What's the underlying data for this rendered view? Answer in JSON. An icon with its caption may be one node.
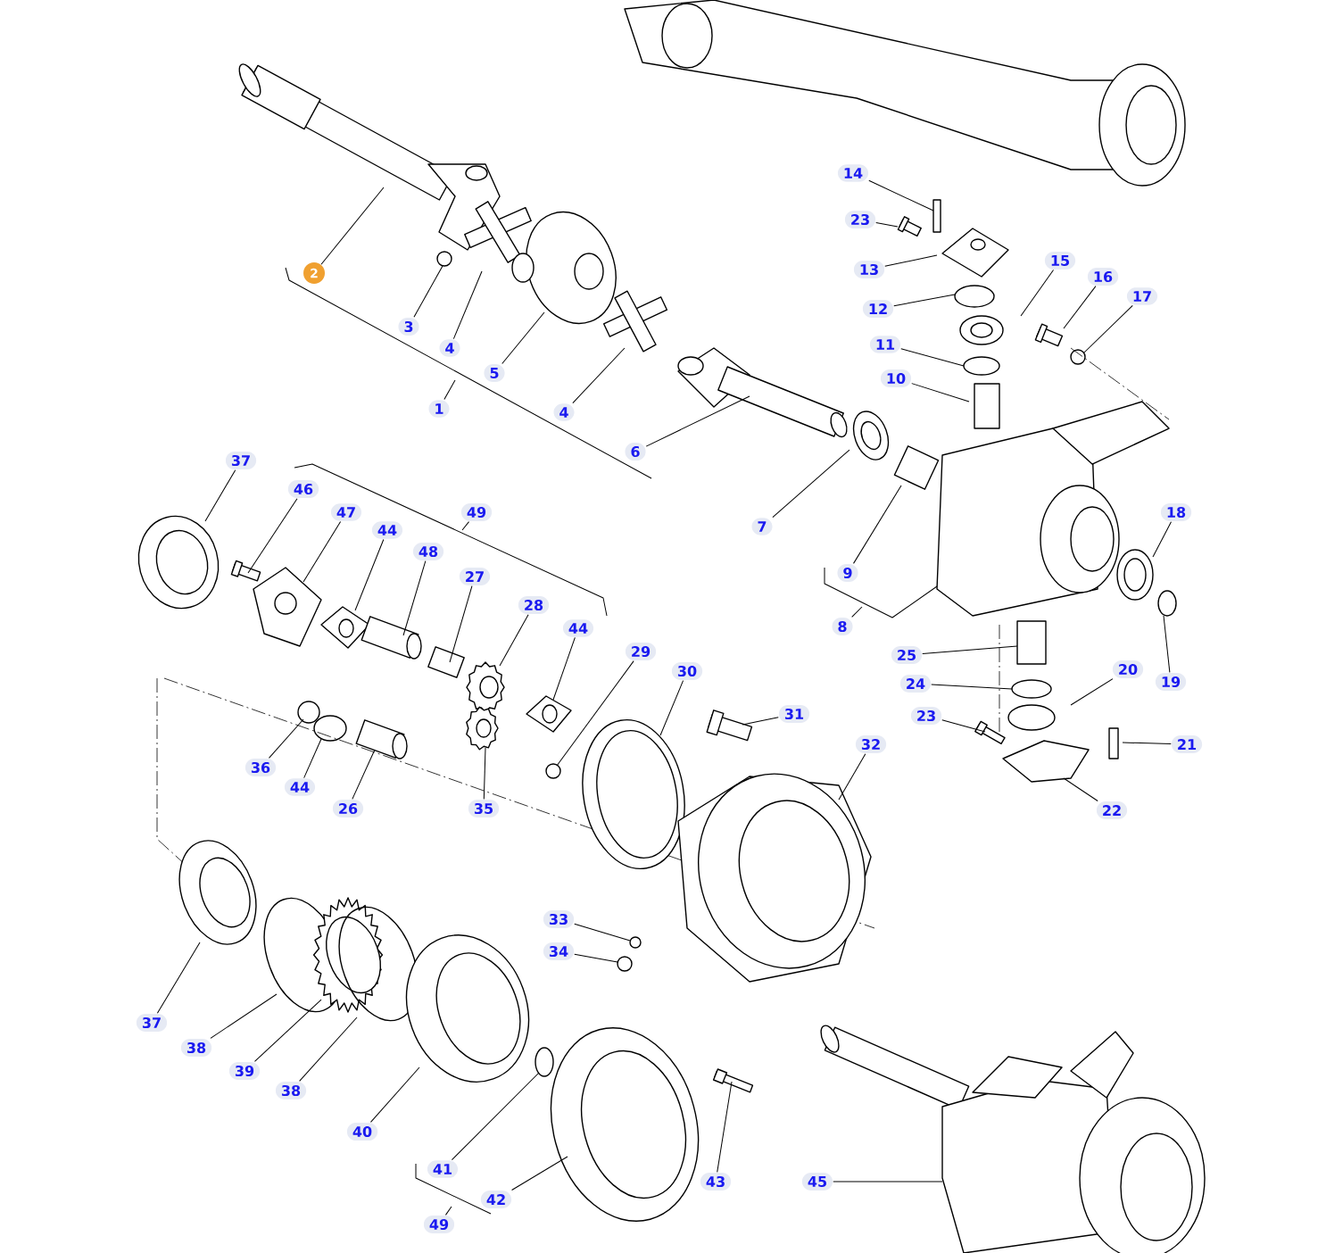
{
  "diagram": {
    "nodes": [
      {
        "text": [
          "14"
        ]
      },
      {
        "text": [
          "23"
        ]
      },
      {
        "text": [
          "2"
        ]
      },
      {
        "text": [
          "13"
        ]
      },
      {
        "text": [
          "15"
        ]
      },
      {
        "text": [
          "12"
        ]
      },
      {
        "text": [
          "16"
        ]
      },
      {
        "text": [
          "17"
        ]
      },
      {
        "text": [
          "3"
        ]
      },
      {
        "text": [
          "11"
        ]
      },
      {
        "text": [
          "4"
        ]
      },
      {
        "text": [
          "5"
        ]
      },
      {
        "text": [
          "10"
        ]
      },
      {
        "text": [
          "1"
        ]
      },
      {
        "text": [
          "4"
        ]
      },
      {
        "text": [
          "6"
        ]
      },
      {
        "text": [
          "37"
        ]
      },
      {
        "text": [
          "46"
        ]
      },
      {
        "text": [
          "47"
        ]
      },
      {
        "text": [
          "49"
        ]
      },
      {
        "text": [
          "18"
        ]
      },
      {
        "text": [
          "7"
        ]
      },
      {
        "text": [
          "44"
        ]
      },
      {
        "text": [
          "48"
        ]
      },
      {
        "text": [
          "27"
        ]
      },
      {
        "text": [
          "9"
        ]
      },
      {
        "text": [
          "28"
        ]
      },
      {
        "text": [
          "8"
        ]
      },
      {
        "text": [
          "44"
        ]
      },
      {
        "text": [
          "29"
        ]
      },
      {
        "text": [
          "25"
        ]
      },
      {
        "text": [
          "30"
        ]
      },
      {
        "text": [
          "20"
        ]
      },
      {
        "text": [
          "24"
        ]
      },
      {
        "text": [
          "19"
        ]
      },
      {
        "text": [
          "31"
        ]
      },
      {
        "text": [
          "23"
        ]
      },
      {
        "text": [
          "32"
        ]
      },
      {
        "text": [
          "21"
        ]
      },
      {
        "text": [
          "36"
        ]
      },
      {
        "text": [
          "44"
        ]
      },
      {
        "text": [
          "26"
        ]
      },
      {
        "text": [
          "35"
        ]
      },
      {
        "text": [
          "22"
        ]
      },
      {
        "text": [
          "33"
        ]
      },
      {
        "text": [
          "34"
        ]
      },
      {
        "text": [
          "37"
        ]
      },
      {
        "text": [
          "38"
        ]
      },
      {
        "text": [
          "39"
        ]
      },
      {
        "text": [
          "38"
        ]
      },
      {
        "text": [
          "40"
        ]
      },
      {
        "text": [
          "41"
        ]
      },
      {
        "text": [
          "43"
        ]
      },
      {
        "text": [
          "45"
        ]
      },
      {
        "text": [
          "42"
        ]
      },
      {
        "text": [
          "49"
        ]
      },
      {
        "text": [],
        "shape": "picture"
      },
      {
        "text": [],
        "shape": "circle"
      },
      {
        "text": [],
        "shape": "picture"
      },
      {
        "text": [],
        "shape": "picture"
      },
      {
        "text": [],
        "shape": "picture"
      },
      {
        "text": [],
        "shape": "picture"
      },
      {
        "text": [],
        "shape": "picture"
      },
      {
        "text": [],
        "shape": "picture"
      },
      {
        "text": [],
        "shape": "picture"
      },
      {
        "text": [],
        "shape": "circle"
      },
      {
        "text": [],
        "shape": "picture"
      },
      {
        "text": [],
        "shape": "circle"
      },
      {
        "text": [],
        "shape": "box"
      },
      {
        "text": [],
        "shape": "box"
      },
      {
        "text": [],
        "shape": "picture"
      },
      {
        "text": [],
        "shape": "picture"
      },
      {
        "text": [],
        "shape": "circle"
      },
      {
        "text": [],
        "shape": "picture"
      },
      {
        "text": [],
        "shape": "circle"
      },
      {
        "text": [],
        "shape": "box"
      },
      {
        "text": [],
        "shape": "circle"
      },
      {
        "text": [],
        "shape": "circle"
      },
      {
        "text": [],
        "shape": "picture"
      },
      {
        "text": [],
        "shape": "picture"
      },
      {
        "text": [],
        "shape": "box"
      },
      {
        "text": [],
        "shape": "picture"
      },
      {
        "text": [],
        "shape": "picture"
      },
      {
        "text": [],
        "shape": "picture"
      },
      {
        "text": [],
        "shape": "picture"
      },
      {
        "text": [],
        "shape": "picture"
      },
      {
        "text": [],
        "shape": "picture"
      },
      {
        "text": [],
        "shape": "picture"
      },
      {
        "text": [],
        "shape": "picture"
      },
      {
        "text": [],
        "shape": "picture"
      },
      {
        "text": [],
        "shape": "circle"
      },
      {
        "text": [],
        "shape": "circle"
      },
      {
        "text": [],
        "shape": "circle"
      },
      {
        "text": [],
        "shape": "picture"
      },
      {
        "text": [],
        "shape": "picture"
      },
      {
        "text": [],
        "shape": "picture"
      },
      {
        "text": [],
        "shape": "picture"
      },
      {
        "text": [],
        "shape": "circle"
      },
      {
        "text": [],
        "shape": "circle"
      },
      {
        "text": [],
        "shape": "picture"
      },
      {
        "text": [],
        "shape": "circle"
      },
      {
        "text": [],
        "shape": "picture"
      },
      {
        "text": [],
        "shape": "circle"
      },
      {
        "text": [],
        "shape": "picture"
      },
      {
        "text": [],
        "shape": "circle"
      },
      {
        "text": [],
        "shape": "picture"
      },
      {
        "text": [],
        "shape": "picture"
      },
      {
        "text": [],
        "shape": "picture"
      }
    ],
    "edges": [
      {
        "from": 0,
        "to": 69,
        "arrow": "none"
      },
      {
        "from": 1,
        "to": 70,
        "arrow": "none"
      },
      {
        "from": 2,
        "to": 56,
        "arrow": "none"
      },
      {
        "from": 3,
        "to": 64,
        "arrow": "none"
      },
      {
        "from": 4,
        "to": 66,
        "arrow": "none"
      },
      {
        "from": 5,
        "to": 65,
        "arrow": "none"
      },
      {
        "from": 6,
        "to": 71,
        "arrow": "none"
      },
      {
        "from": 7,
        "to": 72,
        "arrow": "none"
      },
      {
        "from": 8,
        "to": 57,
        "arrow": "none"
      },
      {
        "from": 9,
        "to": 67,
        "arrow": "none"
      },
      {
        "from": 10,
        "to": 58,
        "arrow": "none"
      },
      {
        "from": 11,
        "to": 59,
        "arrow": "none"
      },
      {
        "from": 12,
        "to": 68,
        "arrow": "none"
      },
      {
        "from": 13,
        "to": null,
        "arrow": "none"
      },
      {
        "from": 14,
        "to": 60,
        "arrow": "none"
      },
      {
        "from": 15,
        "to": 61,
        "arrow": "none"
      },
      {
        "from": 16,
        "to": 81,
        "arrow": "none"
      },
      {
        "from": 17,
        "to": 82,
        "arrow": "none"
      },
      {
        "from": 18,
        "to": 83,
        "arrow": "none"
      },
      {
        "from": 19,
        "to": null,
        "arrow": "none"
      },
      {
        "from": 20,
        "to": 73,
        "arrow": "none"
      },
      {
        "from": 21,
        "to": 62,
        "arrow": "none"
      },
      {
        "from": 22,
        "to": 84,
        "arrow": "none"
      },
      {
        "from": 23,
        "to": 85,
        "arrow": "none"
      },
      {
        "from": 24,
        "to": 86,
        "arrow": "none"
      },
      {
        "from": 25,
        "to": 63,
        "arrow": "none"
      },
      {
        "from": 26,
        "to": 87,
        "arrow": "none"
      },
      {
        "from": 27,
        "to": null,
        "arrow": "none"
      },
      {
        "from": 28,
        "to": 89,
        "arrow": "none"
      },
      {
        "from": 29,
        "to": 90,
        "arrow": "none"
      },
      {
        "from": 30,
        "to": 75,
        "arrow": "none"
      },
      {
        "from": 31,
        "to": 94,
        "arrow": "none"
      },
      {
        "from": 32,
        "to": 77,
        "arrow": "none"
      },
      {
        "from": 33,
        "to": 76,
        "arrow": "none"
      },
      {
        "from": 34,
        "to": 74,
        "arrow": "none"
      },
      {
        "from": 35,
        "to": 95,
        "arrow": "none"
      },
      {
        "from": 36,
        "to": 79,
        "arrow": "none"
      },
      {
        "from": 37,
        "to": 96,
        "arrow": "none"
      },
      {
        "from": 38,
        "to": 80,
        "arrow": "none"
      },
      {
        "from": 39,
        "to": 91,
        "arrow": "none"
      },
      {
        "from": 40,
        "to": 92,
        "arrow": "none"
      },
      {
        "from": 41,
        "to": 93,
        "arrow": "none"
      },
      {
        "from": 42,
        "to": 88,
        "arrow": "none"
      },
      {
        "from": 43,
        "to": 78,
        "arrow": "none"
      },
      {
        "from": 44,
        "to": 97,
        "arrow": "none"
      },
      {
        "from": 45,
        "to": 98,
        "arrow": "none"
      },
      {
        "from": 46,
        "to": 99,
        "arrow": "none"
      },
      {
        "from": 47,
        "to": 100,
        "arrow": "none"
      },
      {
        "from": 48,
        "to": 101,
        "arrow": "none"
      },
      {
        "from": 49,
        "to": 102,
        "arrow": "none"
      },
      {
        "from": 50,
        "to": 103,
        "arrow": "none"
      },
      {
        "from": 51,
        "to": 104,
        "arrow": "none"
      },
      {
        "from": 52,
        "to": 106,
        "arrow": "none"
      },
      {
        "from": 53,
        "to": 107,
        "arrow": "none"
      },
      {
        "from": 54,
        "to": 105,
        "arrow": "none"
      },
      {
        "from": 55,
        "to": null,
        "arrow": "none"
      }
    ]
  }
}
